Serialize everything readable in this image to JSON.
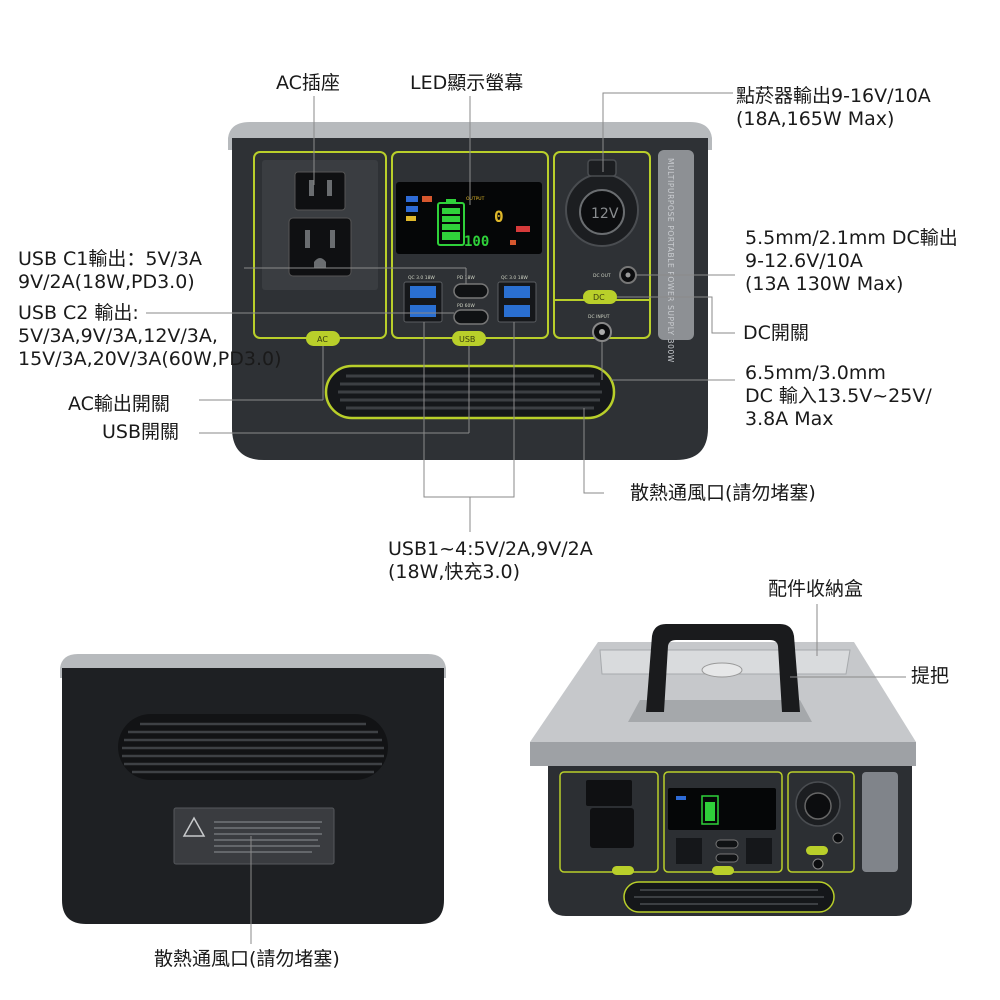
{
  "labels": {
    "ac_socket": "AC插座",
    "led_display": "LED顯示螢幕",
    "cigarette_line1": "點菸器輸出9-16V/10A",
    "cigarette_line2": "(18A,165W Max)",
    "dc_out_line1": "5.5mm/2.1mm DC輸出",
    "dc_out_line2": "9-12.6V/10A",
    "dc_out_line3": "(13A 130W Max)",
    "usbc1_line1": "USB C1輸出：5V/3A",
    "usbc1_line2": "9V/2A(18W,PD3.0)",
    "usbc2_line1": "USB C2 輸出:",
    "usbc2_line2": "5V/3A,9V/3A,12V/3A,",
    "usbc2_line3": "15V/3A,20V/3A(60W,PD3.0)",
    "dc_switch": "DC開關",
    "dc_in_line1": "6.5mm/3.0mm",
    "dc_in_line2": "DC 輸入13.5V~25V/",
    "dc_in_line3": "3.8A Max",
    "ac_switch": "AC輸出開關",
    "usb_switch": "USB開關",
    "vent_front": "散熱通風口(請勿堵塞)",
    "usb14_line1": "USB1~4:5V/2A,9V/2A",
    "usb14_line2": "(18W,快充3.0)",
    "storage_box": "配件收納盒",
    "handle": "提把",
    "vent_back": "散熱通風口(請勿堵塞)"
  },
  "device": {
    "btn_ac": "AC",
    "btn_usb": "USB",
    "btn_dc": "DC",
    "port_dc_out": "DC OUT",
    "port_dc_input": "DC INPUT",
    "port_qc_left": "QC 3.0 18W",
    "port_pd18": "PD 18W",
    "port_pd60": "PD 60W",
    "port_qc_right": "QC 3.0 18W",
    "side_text": "MULTIPURPOSE PORTABLE POWER SUPPLY 300W",
    "socket_12v": "12V",
    "screen_output": "OUTPUT",
    "screen_value": "0",
    "screen_percent": "100"
  },
  "colors": {
    "accent_lime": "#b9cf2a",
    "body_dark": "#2d3034",
    "panel_dark": "#24272a",
    "silver": "#b9bcbf"
  }
}
